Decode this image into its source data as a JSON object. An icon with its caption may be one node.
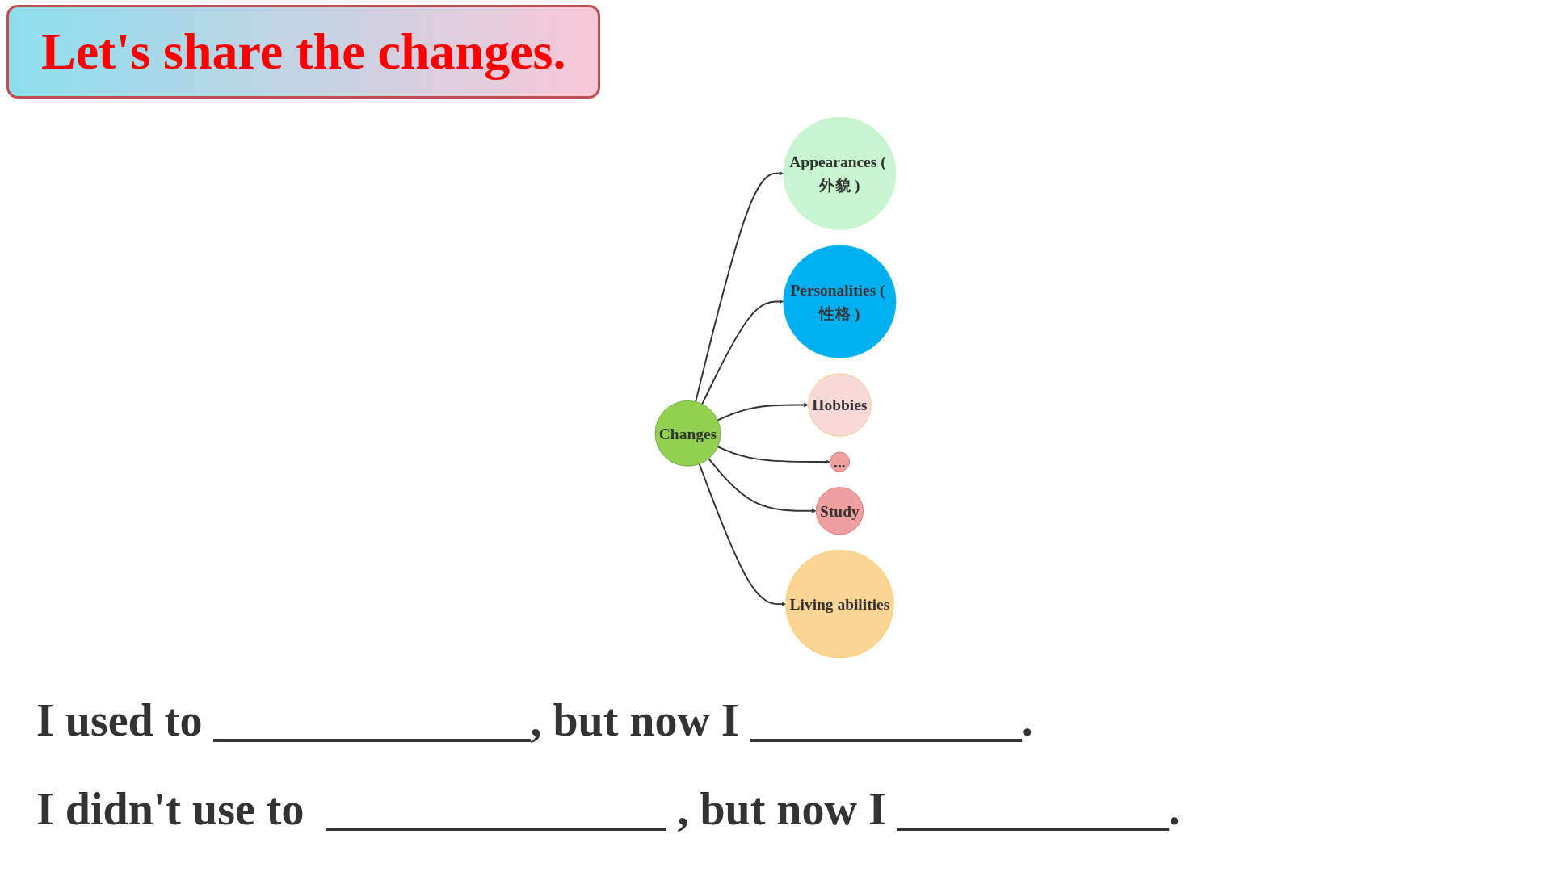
{
  "diagram": {
    "title": "Let's share the changes.",
    "nodes": [
      {
        "text": [
          "Appearances ( 外貌 )"
        ]
      },
      {
        "text": [
          "Personalities ( 性格 )"
        ]
      },
      {
        "text": [
          "Hobbies"
        ]
      },
      {
        "text": [
          "Changes"
        ]
      },
      {
        "text": [
          "..."
        ]
      },
      {
        "text": [
          "Study"
        ]
      },
      {
        "text": [
          "Living abilities"
        ]
      }
    ],
    "edges": [
      {
        "from": 3,
        "to": 0,
        "arrow": "to"
      },
      {
        "from": 3,
        "to": 1,
        "arrow": "to"
      },
      {
        "from": 3,
        "to": 2,
        "arrow": "to"
      },
      {
        "from": 3,
        "to": 4,
        "arrow": "to"
      },
      {
        "from": 3,
        "to": 5,
        "arrow": "to"
      },
      {
        "from": 3,
        "to": 6,
        "arrow": "to"
      }
    ],
    "labels": [
      "I used to ______________, but now I ____________.",
      "I didn't use to  _______________ , but now I ____________."
    ]
  }
}
